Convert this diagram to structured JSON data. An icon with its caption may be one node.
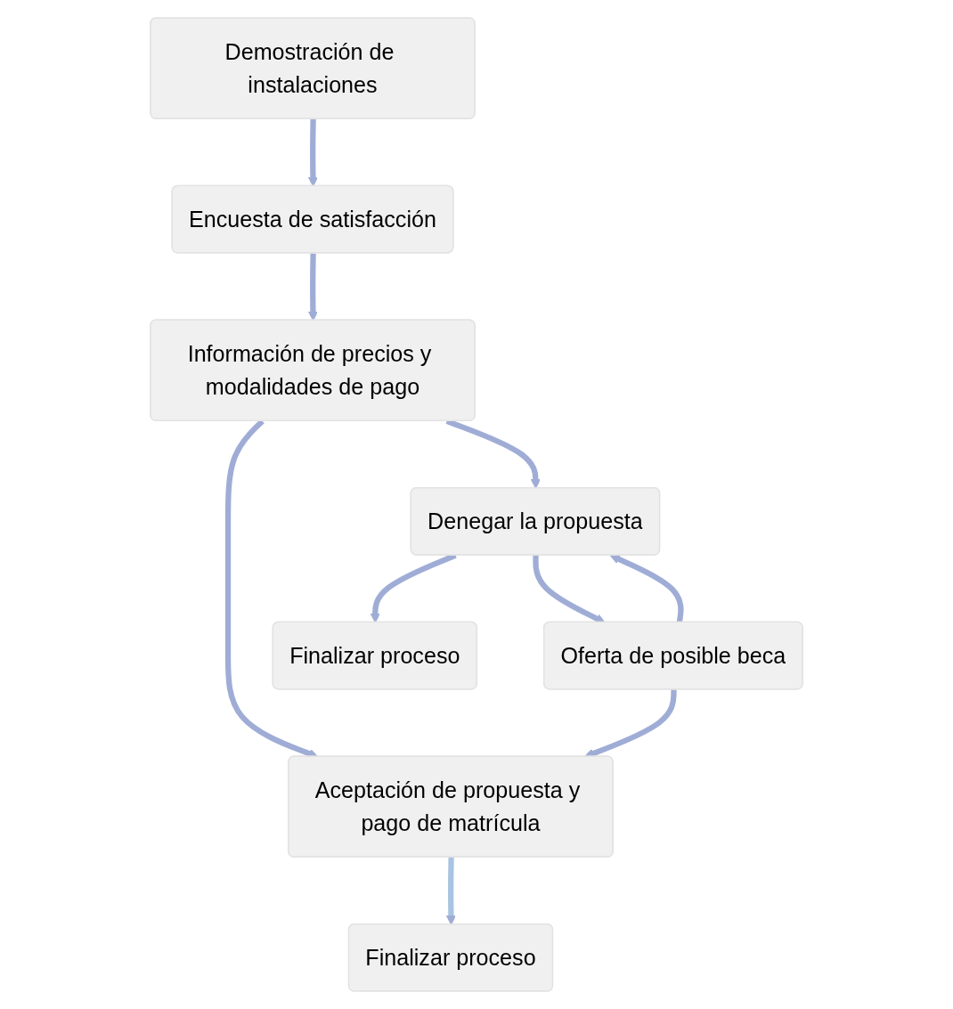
{
  "diagram": {
    "nodes": [
      {
        "text": [
          "Demostración de instalaciones"
        ]
      },
      {
        "text": [
          "Encuesta de satisfacción"
        ]
      },
      {
        "text": [
          "Aceptación de propuesta y pago de matrícula"
        ]
      },
      {
        "text": [
          "Información de precios y modalidades de pago"
        ]
      },
      {
        "text": [
          "Oferta de posible beca"
        ]
      },
      {
        "text": [
          "Denegar la propuesta"
        ]
      },
      {
        "text": [
          "Finalizar proceso"
        ]
      },
      {
        "text": [
          "Finalizar proceso"
        ]
      }
    ],
    "edges": [
      {
        "from": 0,
        "to": 1,
        "arrow": "to"
      },
      {
        "from": 1,
        "to": 3,
        "arrow": "to"
      },
      {
        "from": 3,
        "to": 2,
        "arrow": "to"
      },
      {
        "from": 3,
        "to": 5,
        "arrow": "to"
      },
      {
        "from": 5,
        "to": 4,
        "arrow": "to"
      },
      {
        "from": 4,
        "to": 5,
        "arrow": "to"
      },
      {
        "from": 4,
        "to": 2,
        "arrow": "to"
      },
      {
        "from": 2,
        "to": 6,
        "arrow": "to",
        "color": "#a8c4e2"
      },
      {
        "from": 5,
        "to": 7,
        "arrow": "to"
      }
    ]
  }
}
